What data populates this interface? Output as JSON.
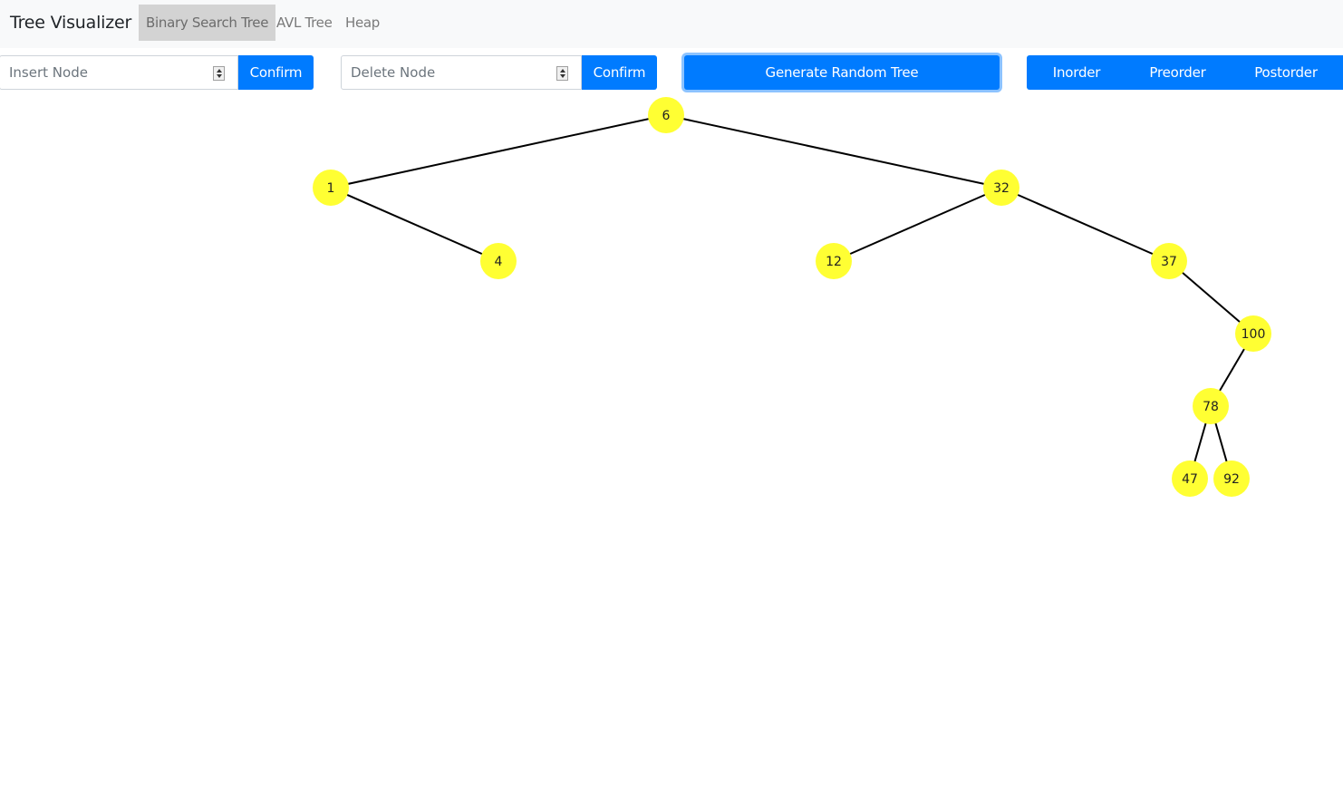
{
  "navbar": {
    "brand": "Tree Visualizer",
    "items": [
      {
        "label": "Binary Search Tree",
        "active": true
      },
      {
        "label": "AVL Tree",
        "active": false
      },
      {
        "label": "Heap",
        "active": false
      }
    ]
  },
  "controls": {
    "insert": {
      "placeholder": "Insert Node",
      "value": "",
      "confirm_label": "Confirm"
    },
    "delete": {
      "placeholder": "Delete Node",
      "value": "",
      "confirm_label": "Confirm"
    },
    "generate_label": "Generate Random Tree",
    "traversals": [
      "Inorder",
      "Preorder",
      "Postorder"
    ]
  },
  "colors": {
    "primary": "#007bff",
    "node_fill": "#ffff33",
    "edge": "#000000",
    "navbar_bg": "#f8f9fa"
  },
  "tree": {
    "type": "binary-search-tree",
    "nodes": [
      6,
      1,
      4,
      32,
      12,
      37,
      100,
      78,
      47,
      92
    ],
    "edges": [
      [
        6,
        1
      ],
      [
        6,
        32
      ],
      [
        1,
        4
      ],
      [
        32,
        12
      ],
      [
        32,
        37
      ],
      [
        37,
        100
      ],
      [
        100,
        78
      ],
      [
        78,
        47
      ],
      [
        78,
        92
      ]
    ]
  }
}
